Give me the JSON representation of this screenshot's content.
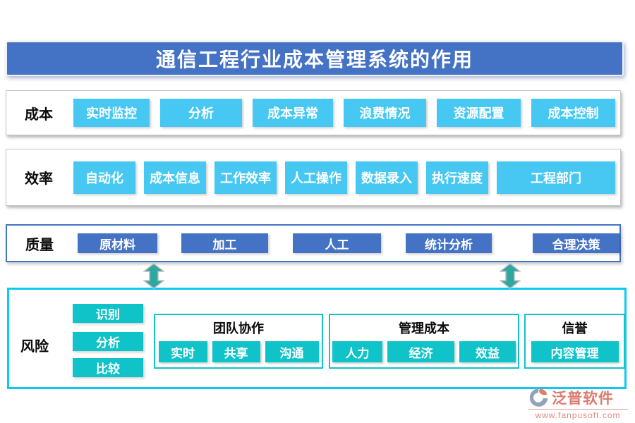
{
  "title": "通信工程行业成本管理系统的作用",
  "rows": [
    {
      "label": "成本",
      "buttons": [
        "实时监控",
        "分析",
        "成本异常",
        "浪费情况",
        "资源配置",
        "成本控制"
      ]
    },
    {
      "label": "效率",
      "buttons": [
        "自动化",
        "成本信息",
        "工作效率",
        "人工操作",
        "数据录入",
        "执行速度",
        "工程部门"
      ]
    },
    {
      "label": "质量",
      "buttons": [
        "原材料",
        "加工",
        "人工",
        "统计分析",
        "合理决策"
      ]
    }
  ],
  "risk": {
    "label": "风险",
    "buttons": [
      "识别",
      "分析",
      "比较"
    ],
    "groups": [
      {
        "title": "团队协作",
        "buttons": [
          "实时",
          "共享",
          "沟通"
        ]
      },
      {
        "title": "管理成本",
        "buttons": [
          "人力",
          "经济",
          "效益"
        ]
      },
      {
        "title": "信誉",
        "buttons": [
          "内容管理"
        ]
      }
    ]
  },
  "footer": {
    "brand": "泛普软件",
    "website": "www.fanpusoft.com"
  },
  "colors": {
    "title_blue": "#4472C4",
    "button_cyan": "#47C8F2",
    "button_blue": "#4472C4",
    "button_teal": "#0FC3C9",
    "risk_border_cyan": "#0CC9F2",
    "arrow_teal": "#2EA7A1",
    "brand_red": "#DC7A6F"
  }
}
